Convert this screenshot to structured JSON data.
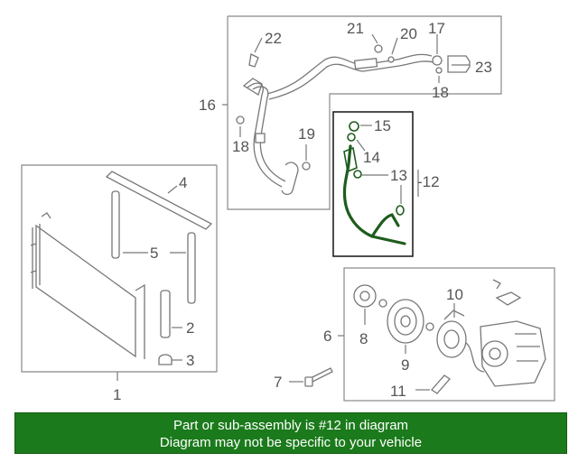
{
  "callouts": {
    "c1": "1",
    "c2": "2",
    "c3": "3",
    "c4": "4",
    "c5": "5",
    "c6": "6",
    "c7": "7",
    "c8": "8",
    "c9": "9",
    "c10": "10",
    "c11": "11",
    "c12": "-12",
    "c13": "13",
    "c14": "14",
    "c15": "15",
    "c16": "16",
    "c17": "17",
    "c18a": "18",
    "c18b": "18",
    "c19": "19",
    "c20": "20",
    "c21": "21",
    "c22": "22",
    "c23": "23"
  },
  "highlight_color": "#1e5c1e",
  "banner": {
    "line1": "Part or sub-assembly is #12 in diagram",
    "line2": "Diagram may not be specific to your vehicle",
    "background": "#1b7a1b"
  }
}
